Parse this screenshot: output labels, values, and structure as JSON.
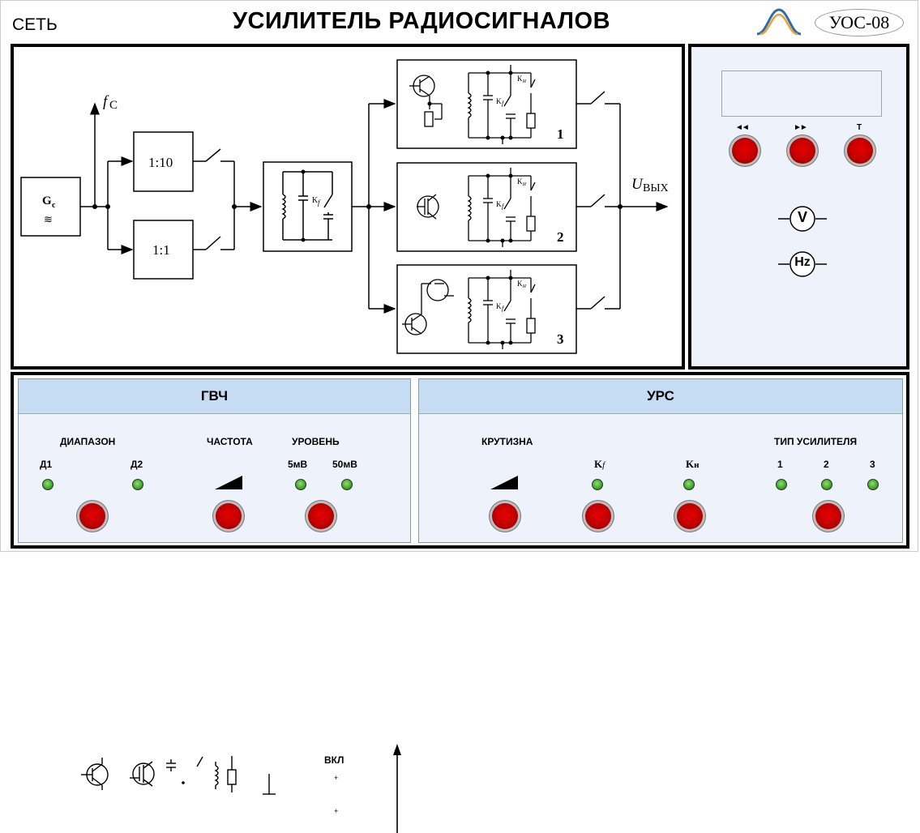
{
  "header": {
    "power_label": "СЕТЬ",
    "title": "УСИЛИТЕЛЬ РАДИОСИГНАЛОВ",
    "model": "УОС-08"
  },
  "diagram": {
    "generator_label": "G",
    "generator_sub": "с",
    "fc_label": "f",
    "fc_sub": "С",
    "ratio_top": "1:10",
    "ratio_bottom": "1:1",
    "kf": "K",
    "kf_sub": "f",
    "kn": "K",
    "kn_sub": "н",
    "stage_1": "1",
    "stage_2": "2",
    "stage_3": "3",
    "out_label": "U",
    "out_sub": "ВЫХ"
  },
  "right_panel": {
    "btn_rew_label": "◄◄",
    "btn_fwd_label": "►►",
    "btn_t_label": "T",
    "volt_label": "V",
    "hz_label": "Hz"
  },
  "gvch": {
    "title": "ГВЧ",
    "range_label": "ДИАПАЗОН",
    "d1": "Д1",
    "d2": "Д2",
    "freq_label": "ЧАСТОТА",
    "level_label": "УРОВЕНЬ",
    "l5": "5мВ",
    "l50": "50мВ"
  },
  "urs": {
    "title": "УРС",
    "slope_label": "КРУТИЗНА",
    "kf": "K",
    "kf_sub": "f",
    "kn": "K",
    "kn_sub": "н",
    "type_label": "ТИП УСИЛИТЕЛЯ",
    "t1": "1",
    "t2": "2",
    "t3": "3"
  },
  "legend": {
    "on_label": "ВКЛ",
    "plus1": "+",
    "plus2": "+"
  },
  "colors": {
    "panel_bg": "#eef3fb",
    "header_bg": "#c6dcf2",
    "button_red": "#d40000",
    "led_green": "#3ea52a"
  }
}
